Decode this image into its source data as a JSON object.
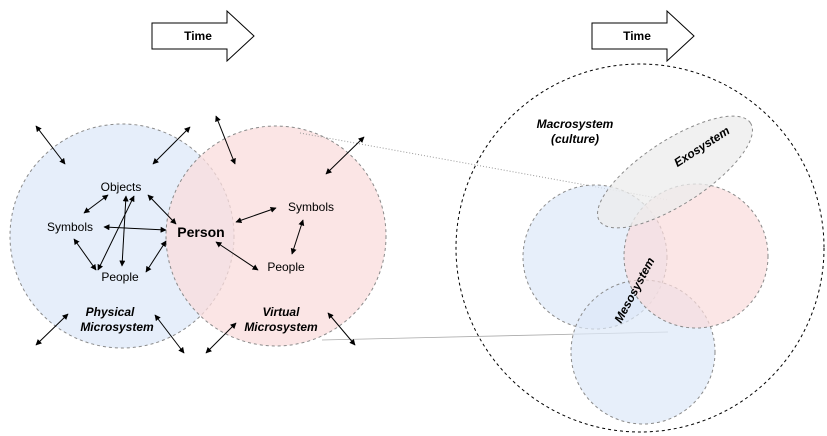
{
  "time_arrows": {
    "left_label": "Time",
    "right_label": "Time"
  },
  "left": {
    "person": "Person",
    "physical": {
      "objects": "Objects",
      "symbols": "Symbols",
      "people": "People",
      "title_line1": "Physical",
      "title_line2": "Microsystem"
    },
    "virtual": {
      "symbols": "Symbols",
      "people": "People",
      "title_line1": "Virtual",
      "title_line2": "Microsystem"
    }
  },
  "right": {
    "macro_line1": "Macrosystem",
    "macro_line2": "(culture)",
    "exosystem": "Exosystem",
    "mesosystem": "Mesosystem"
  },
  "colors": {
    "physical_fill": "#dde8f8",
    "virtual_fill": "#fadcdc",
    "exo_fill": "#ececec",
    "outline": "#8a8a8a"
  }
}
